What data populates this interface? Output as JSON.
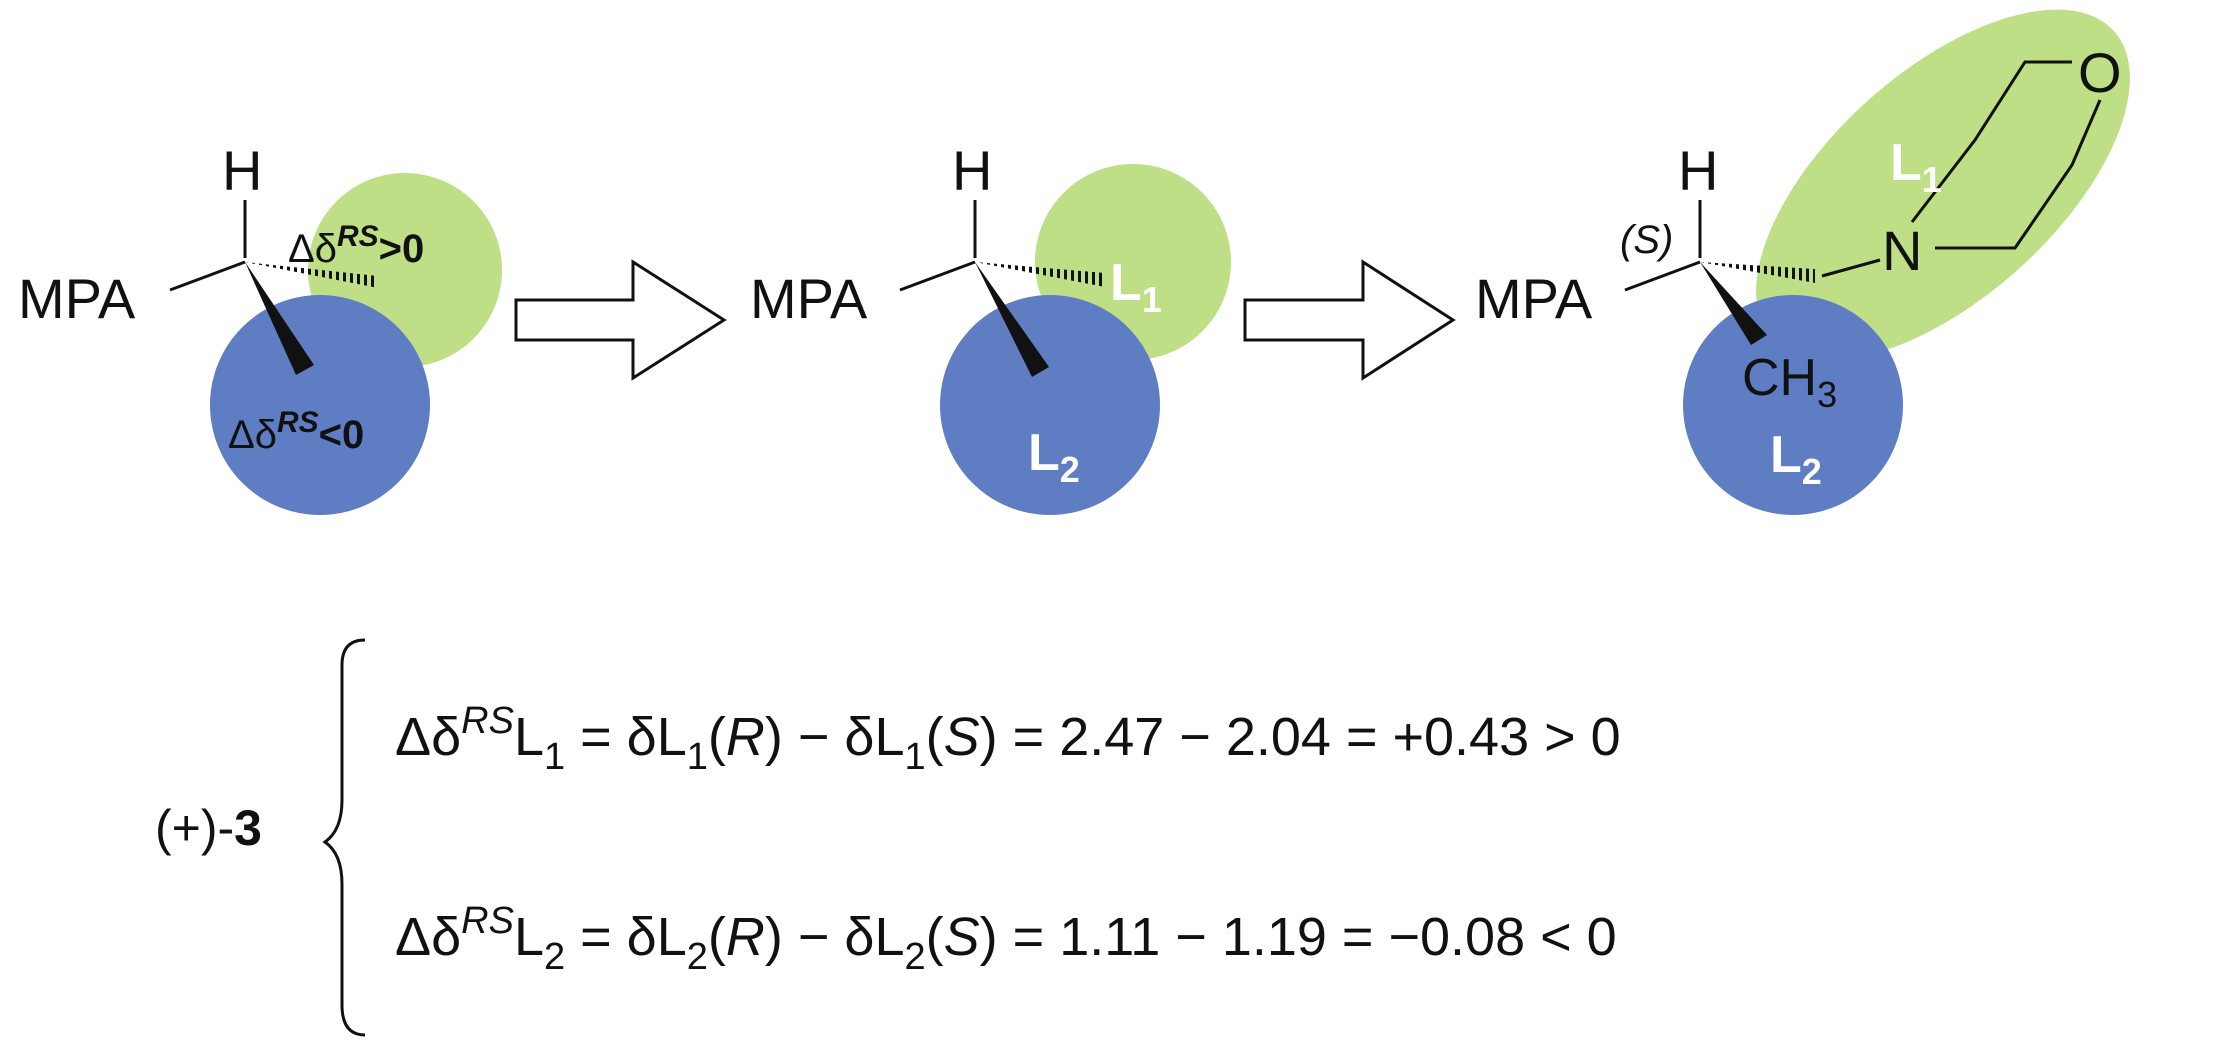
{
  "colors": {
    "green": "#bfdf86",
    "blue": "#5f7dc2",
    "ink": "#111111",
    "white": "#ffffff"
  },
  "panel1": {
    "atom_h": "H",
    "group": "MPA",
    "green_label": {
      "delta": "Δδ",
      "sup": "RS",
      "rel": ">0"
    },
    "blue_label": {
      "delta": "Δδ",
      "sup": "RS",
      "rel": "<0"
    }
  },
  "panel2": {
    "atom_h": "H",
    "group": "MPA",
    "green_label": {
      "letter": "L",
      "sub": "1"
    },
    "blue_label": {
      "letter": "L",
      "sub": "2"
    }
  },
  "panel3": {
    "atom_h": "H",
    "group": "MPA",
    "config": "(S)",
    "oxygen": "O",
    "nitrogen": "N",
    "green_label": {
      "letter": "L",
      "sub": "1"
    },
    "methyl": {
      "main": "CH",
      "sub": "3"
    },
    "blue_label": {
      "letter": "L",
      "sub": "2"
    }
  },
  "compound": {
    "sign": "(+)-",
    "number": "3"
  },
  "equations": [
    {
      "delta": "Δδ",
      "sup": "RS",
      "label": "L",
      "sub": "1",
      "eq1": " = δL",
      "sub_a": "1",
      "part_a": "(",
      "conf_a": "R",
      "part_b": ") − δL",
      "sub_b": "1",
      "part_c": "(",
      "conf_b": "S",
      "rest": ") = 2.47 − 2.04 = +0.43 > 0"
    },
    {
      "delta": "Δδ",
      "sup": "RS",
      "label": "L",
      "sub": "2",
      "eq1": " = δL",
      "sub_a": "2",
      "part_a": "(",
      "conf_a": "R",
      "part_b": ") − δL",
      "sub_b": "2",
      "part_c": "(",
      "conf_b": "S",
      "rest": ") = 1.11 − 1.19 = −0.08 < 0"
    }
  ]
}
